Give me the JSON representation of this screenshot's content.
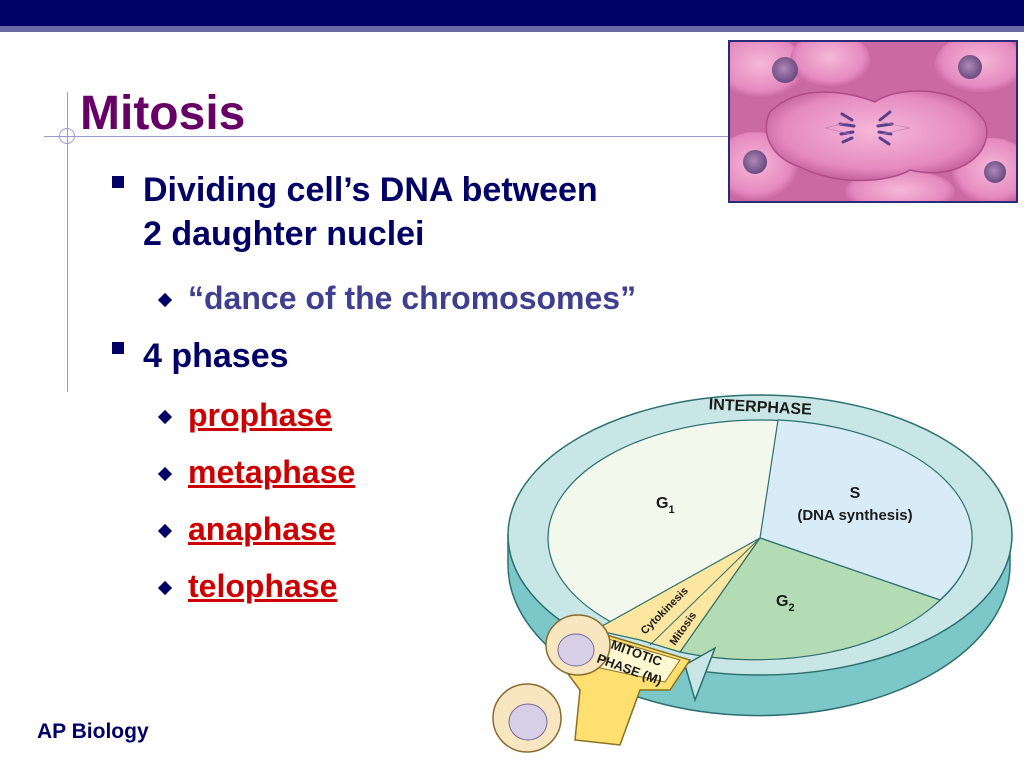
{
  "slide": {
    "title": "Mitosis",
    "bullets": [
      {
        "text_line1": "Dividing cell’s DNA between",
        "text_line2": "2 daughter nuclei"
      },
      {
        "text": "4 phases"
      }
    ],
    "sub_bullets": {
      "quote": "“dance of the chromosomes”",
      "phases": [
        "prophase",
        "metaphase",
        "anaphase",
        "telophase"
      ]
    },
    "footer": "AP Biology"
  },
  "diagram": {
    "ring_label": "INTERPHASE",
    "g1_label": "G",
    "g1_sub": "1",
    "s_label": "S",
    "s_desc": "(DNA synthesis)",
    "g2_label": "G",
    "g2_sub": "2",
    "cytokinesis_label": "Cytokinesis",
    "mitosis_label": "Mitosis",
    "mitotic_line1": "MITOTIC",
    "mitotic_line2": "PHASE (M)"
  },
  "colors": {
    "title": "#660066",
    "bullet_text": "#000066",
    "quote_text": "#3f3f8f",
    "phase_link": "#cc0000",
    "topbar": "#000066",
    "g1_fill": "#f2f8ec",
    "s_fill": "#d8ecf8",
    "g2_fill": "#b4dcb4",
    "ring": "#c8e6e6",
    "mitotic_fill": "#fde7a0"
  }
}
